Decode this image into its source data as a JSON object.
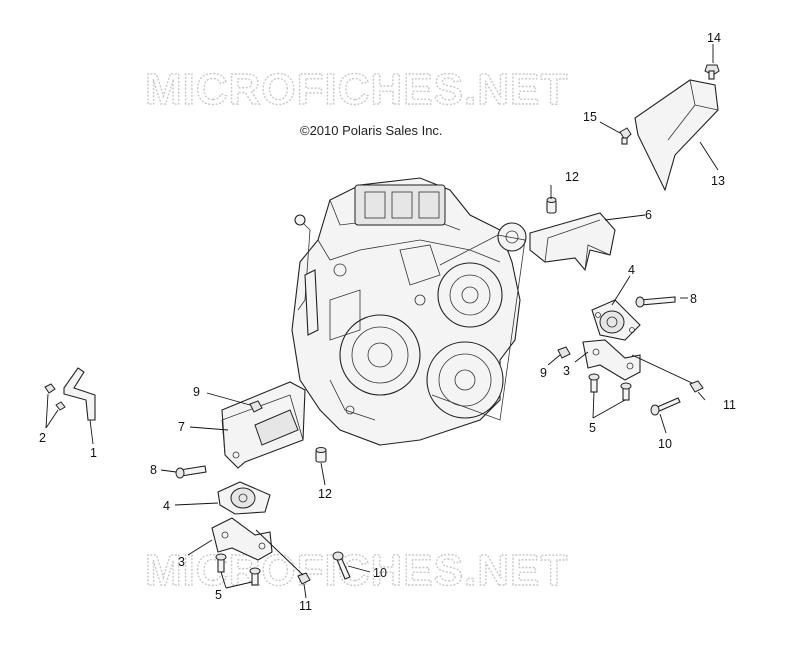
{
  "watermark_text": "MICROFICHES.NET",
  "copyright": "©2010 Polaris Sales Inc.",
  "callouts": [
    {
      "id": "c14a",
      "label": "14"
    },
    {
      "id": "c15",
      "label": "15"
    },
    {
      "id": "c13",
      "label": "13"
    },
    {
      "id": "c12a",
      "label": "12"
    },
    {
      "id": "c6",
      "label": "6"
    },
    {
      "id": "c4a",
      "label": "4"
    },
    {
      "id": "c8a",
      "label": "8"
    },
    {
      "id": "c9a",
      "label": "9"
    },
    {
      "id": "c3a",
      "label": "3"
    },
    {
      "id": "c11a",
      "label": "11"
    },
    {
      "id": "c5a",
      "label": "5"
    },
    {
      "id": "c10a",
      "label": "10"
    },
    {
      "id": "c2",
      "label": "2"
    },
    {
      "id": "c1",
      "label": "1"
    },
    {
      "id": "c9b",
      "label": "9"
    },
    {
      "id": "c7",
      "label": "7"
    },
    {
      "id": "c8b",
      "label": "8"
    },
    {
      "id": "c12b",
      "label": "12"
    },
    {
      "id": "c4b",
      "label": "4"
    },
    {
      "id": "c3b",
      "label": "3"
    },
    {
      "id": "c10b",
      "label": "10"
    },
    {
      "id": "c5b",
      "label": "5"
    },
    {
      "id": "c11b",
      "label": "11"
    }
  ]
}
